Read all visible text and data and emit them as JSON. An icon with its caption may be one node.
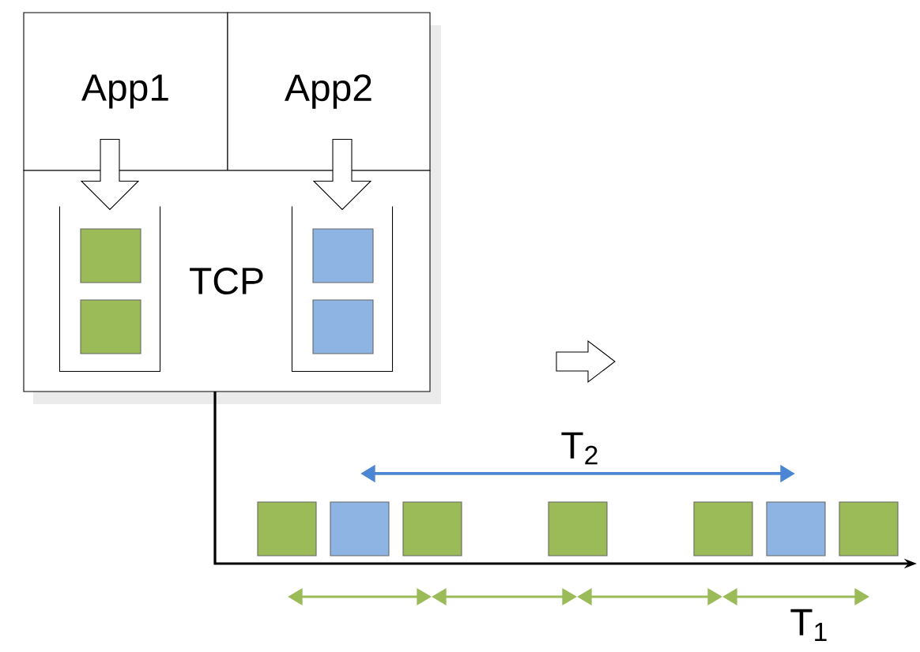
{
  "diagram": {
    "nodes": [
      {
        "text": [
          "App1"
        ]
      },
      {
        "text": [
          "App2"
        ]
      },
      {
        "text": [
          "TCP"
        ]
      },
      {
        "text": [],
        "shape": "box",
        "in": 2
      },
      {
        "text": [],
        "shape": "box",
        "in": 2
      }
    ],
    "edges": [
      {
        "from": 0,
        "to": 3,
        "arrow": "to"
      },
      {
        "from": 1,
        "to": 4,
        "arrow": "to"
      }
    ],
    "labels": [
      "T$_{2}$",
      "T$_{1}$"
    ]
  }
}
